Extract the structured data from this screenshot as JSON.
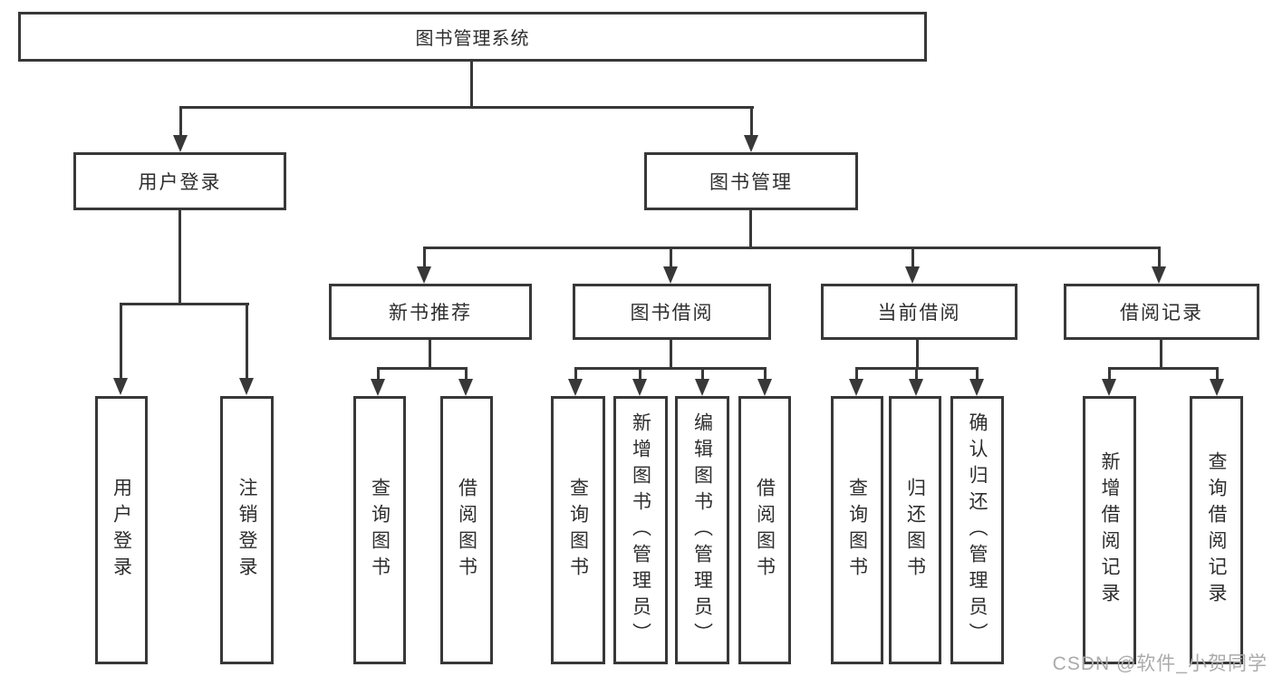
{
  "diagram": {
    "root_label": "图书管理系统",
    "watermark": "CSDN @软件_小贺同学"
  },
  "nodes": {
    "login": "用户登录",
    "book_mgmt": "图书管理",
    "recommend": "新书推荐",
    "borrow": "图书借阅",
    "current": "当前借阅",
    "records": "借阅记录"
  },
  "leaves": {
    "login": [
      "用户登录",
      "注销登录"
    ],
    "recommend": [
      "查询图书",
      "借阅图书"
    ],
    "borrow": [
      "查询图书",
      "新增图书（管理员）",
      "编辑图书（管理员）",
      "借阅图书"
    ],
    "current": [
      "查询图书",
      "归还图书",
      "确认归还（管理员）"
    ],
    "records": [
      "新增借阅记录",
      "查询借阅记录"
    ]
  },
  "colors": {
    "line": "#383838",
    "text": "#2e2e2e",
    "watermark": "#ababab",
    "background": "#ffffff"
  }
}
